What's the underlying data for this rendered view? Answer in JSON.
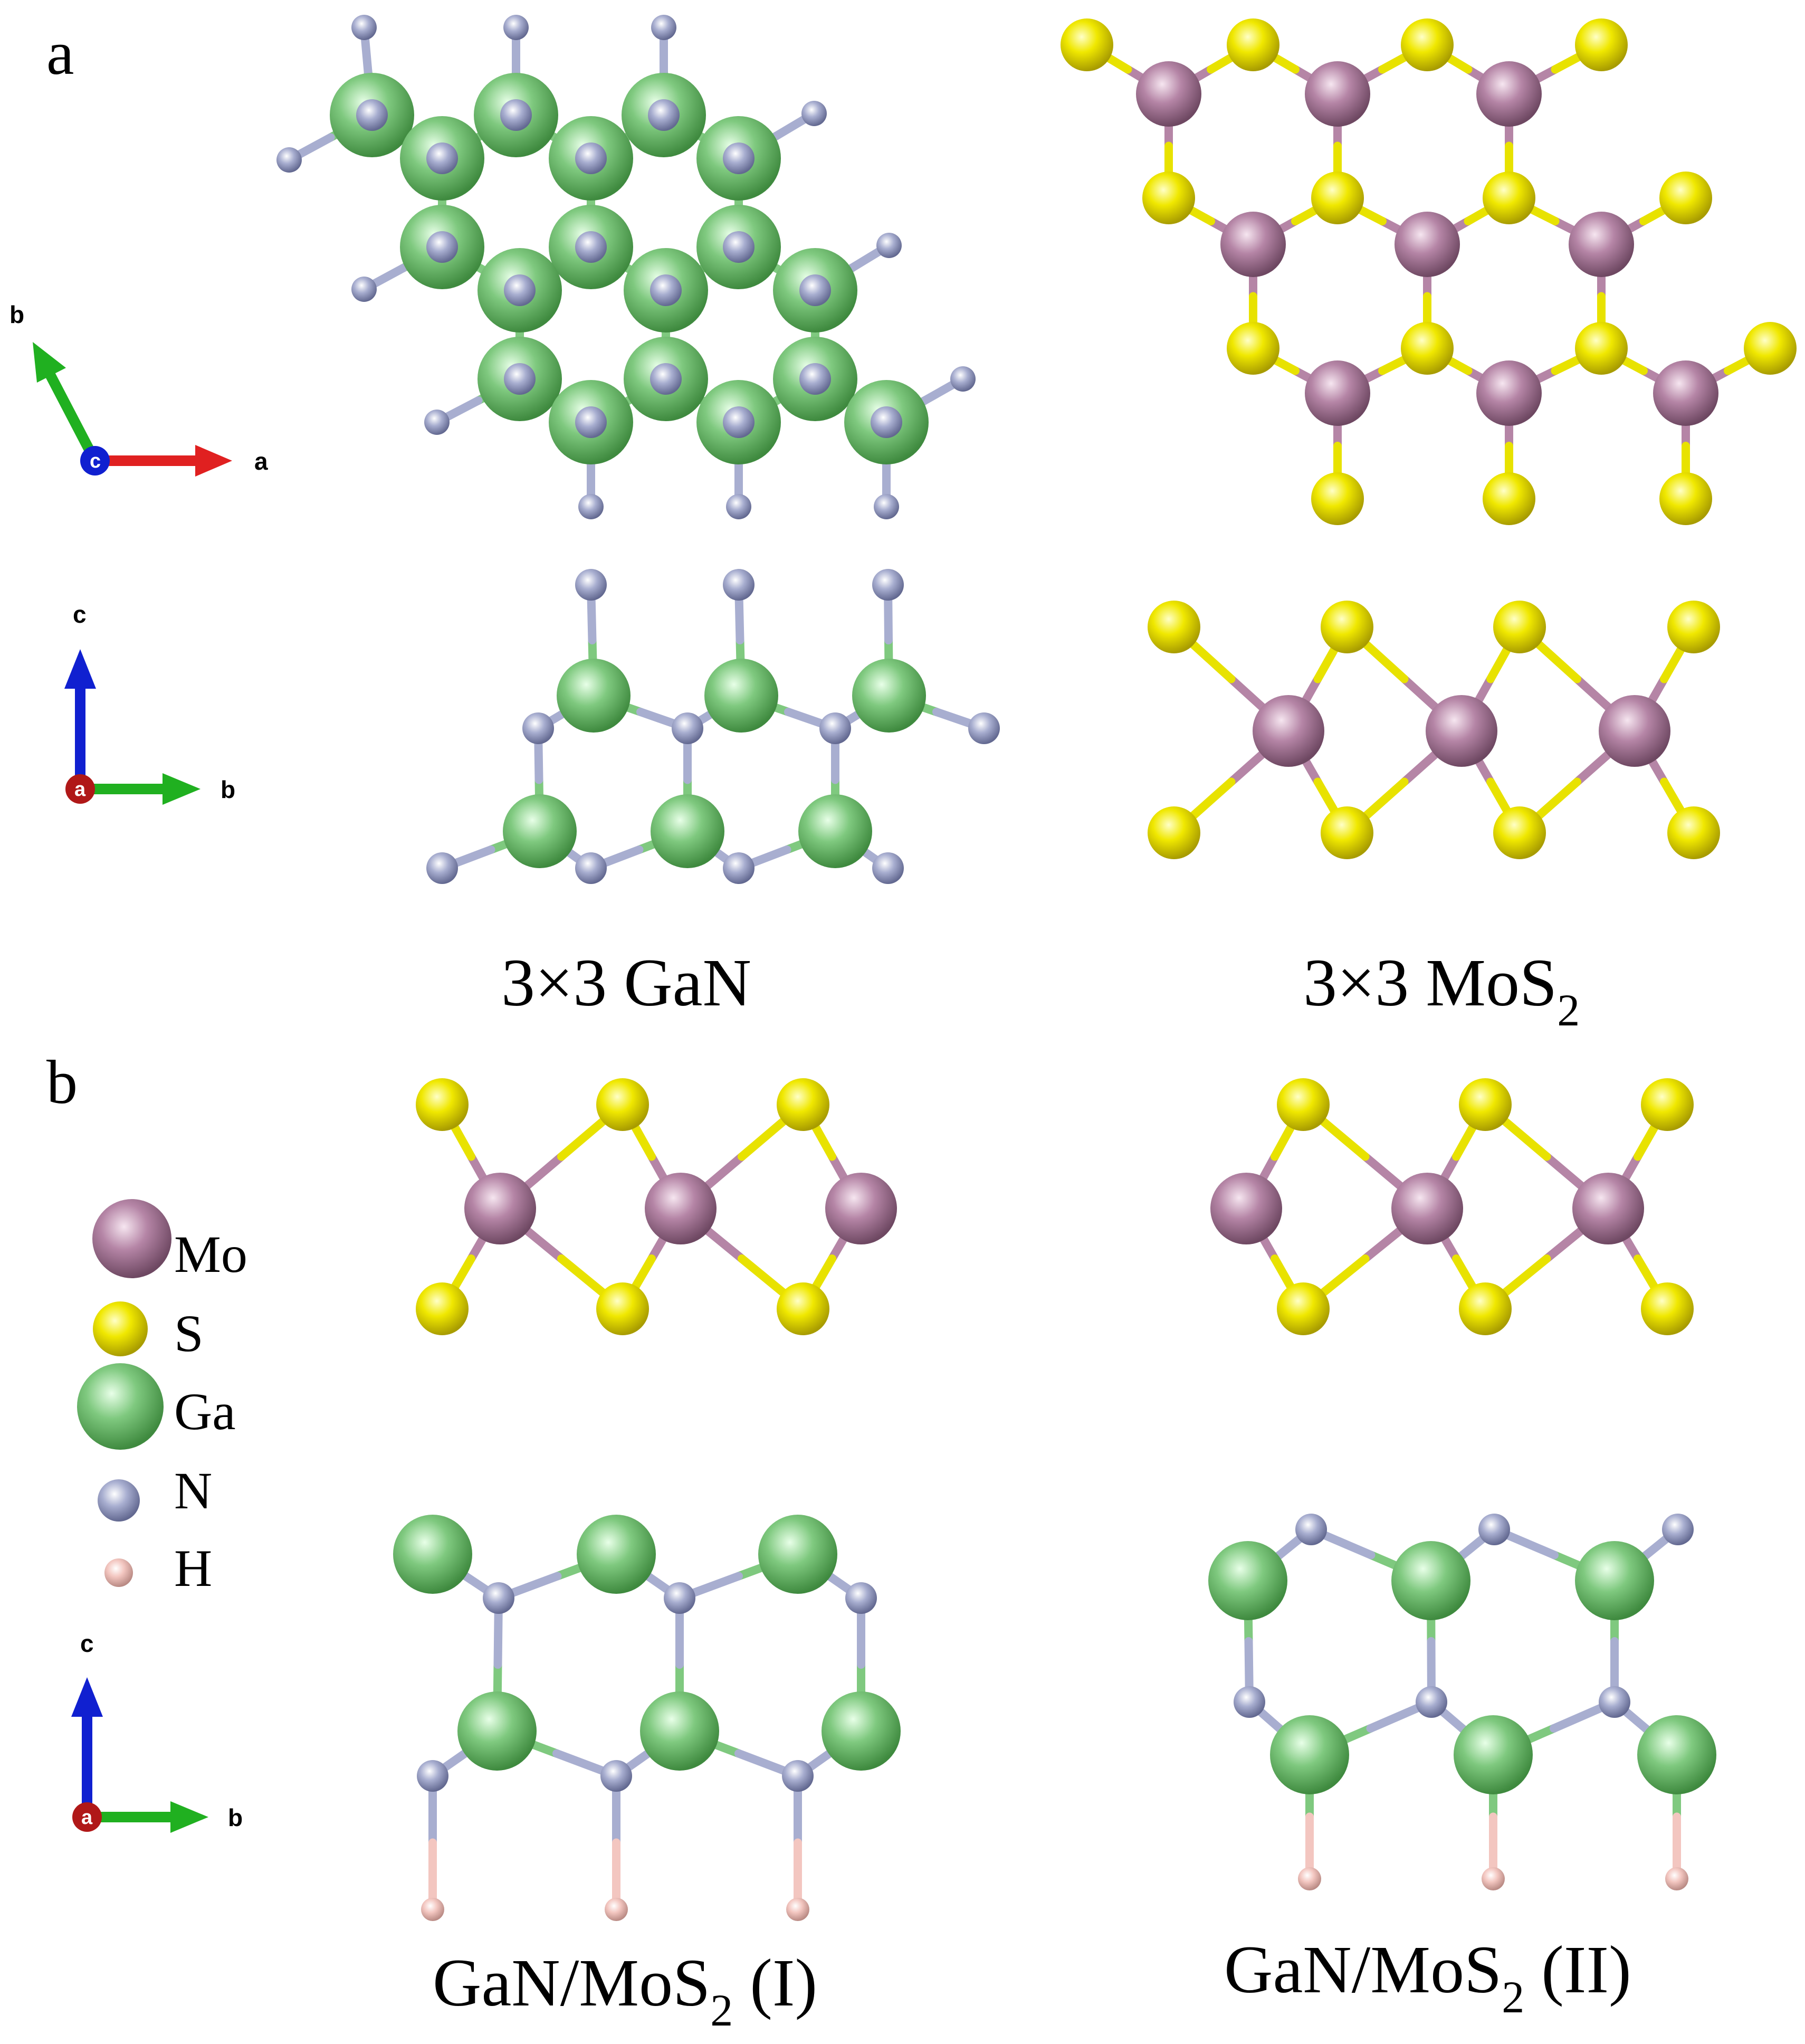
{
  "panels": {
    "a": "a",
    "b": "b"
  },
  "captions": {
    "gan": "3×3 GaN",
    "mos2_main": "3×3 MoS",
    "mos2_sub": "2",
    "het1_pre": "GaN/MoS",
    "het1_sub": "2",
    "het1_post": " (I)",
    "het2_pre": "GaN/MoS",
    "het2_sub": "2",
    "het2_post": " (II)"
  },
  "legend": [
    {
      "label": "Mo",
      "element": "Mo"
    },
    {
      "label": "S",
      "element": "S"
    },
    {
      "label": "Ga",
      "element": "Ga"
    },
    {
      "label": "N",
      "element": "N"
    },
    {
      "label": "H",
      "element": "H"
    }
  ],
  "axes": {
    "top": {
      "x": "a",
      "y": "b",
      "origin": "c"
    },
    "mid": {
      "x": "b",
      "y": "c",
      "origin": "a"
    },
    "bottom": {
      "x": "b",
      "y": "c",
      "origin": "a"
    }
  },
  "colors": {
    "Mo": "#b585a6",
    "S": "#e8e200",
    "Ga": "#7fc97f",
    "N": "#a8aed0",
    "H": "#f3c6c0",
    "axis_red": "#e02020",
    "axis_green": "#20b020",
    "axis_blue": "#1020d0"
  }
}
